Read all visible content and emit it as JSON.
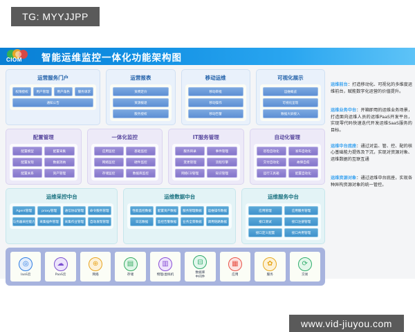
{
  "watermarks": {
    "top": "TG: MYYJJPP",
    "bottom": "www.vid-jiuyou.com"
  },
  "header": {
    "logo_text": "CIOM",
    "title": "智能运维监控一体化功能架构图",
    "bar_color": "#1391e4"
  },
  "tiers": [
    {
      "id": "front-office",
      "accent": "#1f5fa8",
      "panels": [
        {
          "title": "运营服务门户",
          "chips": [
            "权限授权",
            "用户管理",
            "用户角色",
            "服务请求",
            "通知公告"
          ]
        },
        {
          "title": "运营报表",
          "chips": [
            "资费定价",
            "资源报退",
            "服务授权"
          ]
        },
        {
          "title": "移动运维",
          "chips": [
            "移动审批",
            "移动操作",
            "移动告警"
          ]
        },
        {
          "title": "可视化展示",
          "chips": [
            "运维概览",
            "可视化呈现",
            "数据大屏接入"
          ]
        }
      ]
    },
    {
      "id": "business-midend",
      "accent": "#5a4a9f",
      "panels": [
        {
          "title": "配置管理",
          "chips": [
            "配置模型",
            "配置采集",
            "配置发现",
            "数据消纳",
            "配置关系",
            "资产管理"
          ]
        },
        {
          "title": "一体化监控",
          "chips": [
            "应用监控",
            "基础监控",
            "网络监控",
            "硬件监控",
            "存储监控",
            "数据库监控"
          ]
        },
        {
          "title": "IT服务管理",
          "chips": [
            "服务目录",
            "事件管理",
            "变更管理",
            "流程引擎",
            "网络CD管理",
            "知识管理"
          ]
        },
        {
          "title": "自动化管理",
          "chips": [
            "巡检自动化",
            "发布自动化",
            "交付自动化",
            "故障自愈",
            "运行工具箱",
            "配置自动化"
          ]
        }
      ]
    },
    {
      "id": "platform-base",
      "accent": "#17707f",
      "panels": [
        {
          "title": "运维采控中台",
          "chips": [
            "Agent管理",
            "proxy管理",
            "通信协议管理",
            "命令服务管理",
            "与务器采控能力",
            "采集插件管理",
            "采集作业管理",
            "自动发现管理"
          ]
        },
        {
          "title": "运维数据中台",
          "chips": [
            "性能监控数据",
            "配置资产数据",
            "服务管理数据",
            "运维操作数据",
            "日志数据",
            "监控告警数据",
            "业务全景数据",
            "调用链路数据"
          ]
        },
        {
          "title": "运维服务中台",
          "chips": [
            "应用管理",
            "应用服务管理",
            "接口测试",
            "接口注册管理",
            "接口定义配置",
            "接口共用管理"
          ]
        }
      ]
    }
  ],
  "resources": {
    "items": [
      {
        "label": "IaaS云",
        "icon": "cloud-iaas-icon",
        "glyph": "◎",
        "color": "#2f7de1",
        "bg": "#e4eefc"
      },
      {
        "label": "PaaS云",
        "icon": "cloud-paas-icon",
        "glyph": "☁",
        "color": "#7b4fd0",
        "bg": "#ece4fb"
      },
      {
        "label": "网络",
        "icon": "network-icon",
        "glyph": "⊕",
        "color": "#e8a520",
        "bg": "#fdf1d8"
      },
      {
        "label": "存储",
        "icon": "storage-icon",
        "glyph": "▤",
        "color": "#37ab62",
        "bg": "#e0f6e8"
      },
      {
        "label": "物理/虚拟机",
        "icon": "server-icon",
        "glyph": "▥",
        "color": "#8a4fd6",
        "bg": "#efe5fc"
      },
      {
        "label": "数据库\n中间件",
        "icon": "database-icon",
        "glyph": "⊟",
        "color": "#2fa86b",
        "bg": "#e2f7ec"
      },
      {
        "label": "应用",
        "icon": "application-icon",
        "glyph": "▦",
        "color": "#e8554a",
        "bg": "#fde4e2"
      },
      {
        "label": "服务",
        "icon": "service-icon",
        "glyph": "✿",
        "color": "#e6a820",
        "bg": "#fdf2d7"
      },
      {
        "label": "交易",
        "icon": "transaction-icon",
        "glyph": "⟳",
        "color": "#32ae6d",
        "bg": "#e2f7ea"
      }
    ]
  },
  "notes": [
    {
      "key": "运维前台",
      "text": "：打造移动化、可视化的多维度运维前台，赋能数字化运营的价值提升。"
    },
    {
      "key": "运维业务中台",
      "text": "：开箱即用的运维业务场景，打造面向运维人员的运维PaaS开发平台，实现零代码快速迭代开发运维SaaS服务的目标。"
    },
    {
      "key": "运维中台底座",
      "text": "：通过对监、管、控、配的核心基础能力提炼及下沉，实现对资源对象、运维数据的互联互通"
    },
    {
      "key": "运维资源对象",
      "text": "：通过运维中台底座，实现各种异构资源对象的统一管控。"
    }
  ]
}
